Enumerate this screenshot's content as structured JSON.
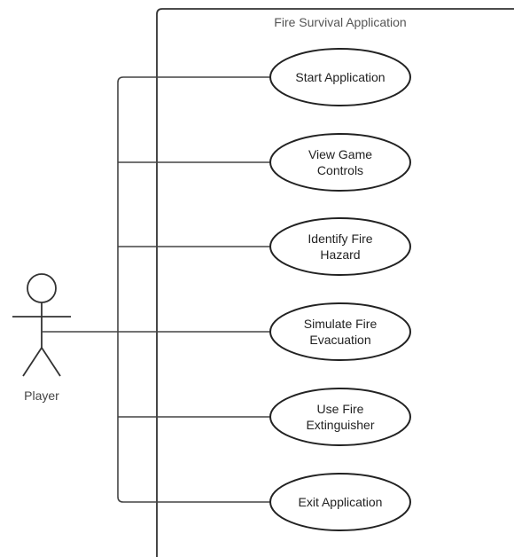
{
  "system": {
    "title": "Fire Survival Application"
  },
  "actor": {
    "name": "Player",
    "icon": "stick-figure-icon"
  },
  "use_cases": [
    {
      "id": "start-application",
      "lines": [
        "Start Application"
      ]
    },
    {
      "id": "view-game-controls",
      "lines": [
        "View Game",
        "Controls"
      ]
    },
    {
      "id": "identify-fire-hazard",
      "lines": [
        "Identify Fire",
        "Hazard"
      ]
    },
    {
      "id": "simulate-fire-evacuation",
      "lines": [
        "Simulate Fire",
        "Evacuation"
      ]
    },
    {
      "id": "use-fire-extinguisher",
      "lines": [
        "Use Fire",
        "Extinguisher"
      ]
    },
    {
      "id": "exit-application",
      "lines": [
        "Exit Application"
      ]
    }
  ],
  "colors": {
    "stroke": "#222222",
    "background": "#ffffff",
    "title_text": "#555555"
  }
}
